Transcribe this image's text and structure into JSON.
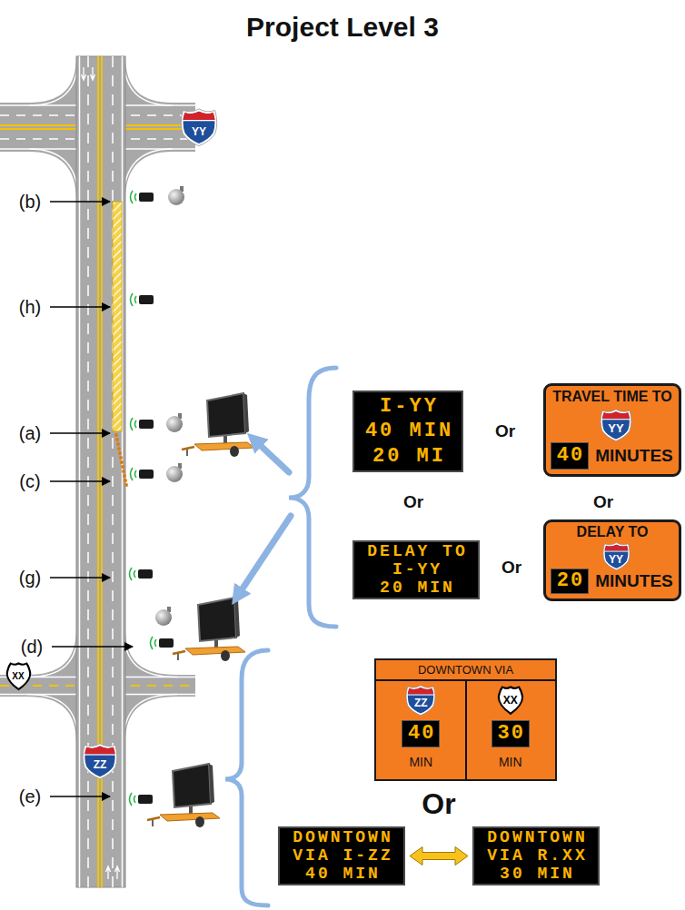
{
  "diagram": {
    "title": "Project Level 3",
    "nodes": [
      {
        "text": [
          "I-YY",
          "40 MIN",
          "20 MI"
        ]
      },
      {
        "text": [
          "TRAVEL TIME TO",
          "YY",
          "40",
          "MINUTES"
        ]
      },
      {
        "text": [
          "DELAY TO",
          "I-YY",
          "20 MIN"
        ]
      },
      {
        "text": [
          "DELAY TO",
          "YY",
          "20",
          "MINUTES"
        ]
      },
      {
        "text": [
          "DOWNTOWN VIA",
          "ZZ",
          "40",
          "MIN",
          "XX",
          "30",
          "MIN"
        ]
      },
      {
        "text": [
          "DOWNTOWN",
          "VIA I-ZZ",
          "40 MIN"
        ]
      },
      {
        "text": [
          "DOWNTOWN",
          "VIA R.XX",
          "30 MIN"
        ]
      }
    ],
    "edges": [
      {
        "from": 5,
        "to": 6,
        "arrow": "both"
      }
    ],
    "labels": [
      "YY",
      "(b)",
      "(h)",
      "(a)",
      "(c)",
      "(g)",
      "(d)",
      "XX",
      "ZZ",
      "(e)",
      "Or",
      "Or",
      "Or",
      "Or",
      "Or"
    ]
  }
}
